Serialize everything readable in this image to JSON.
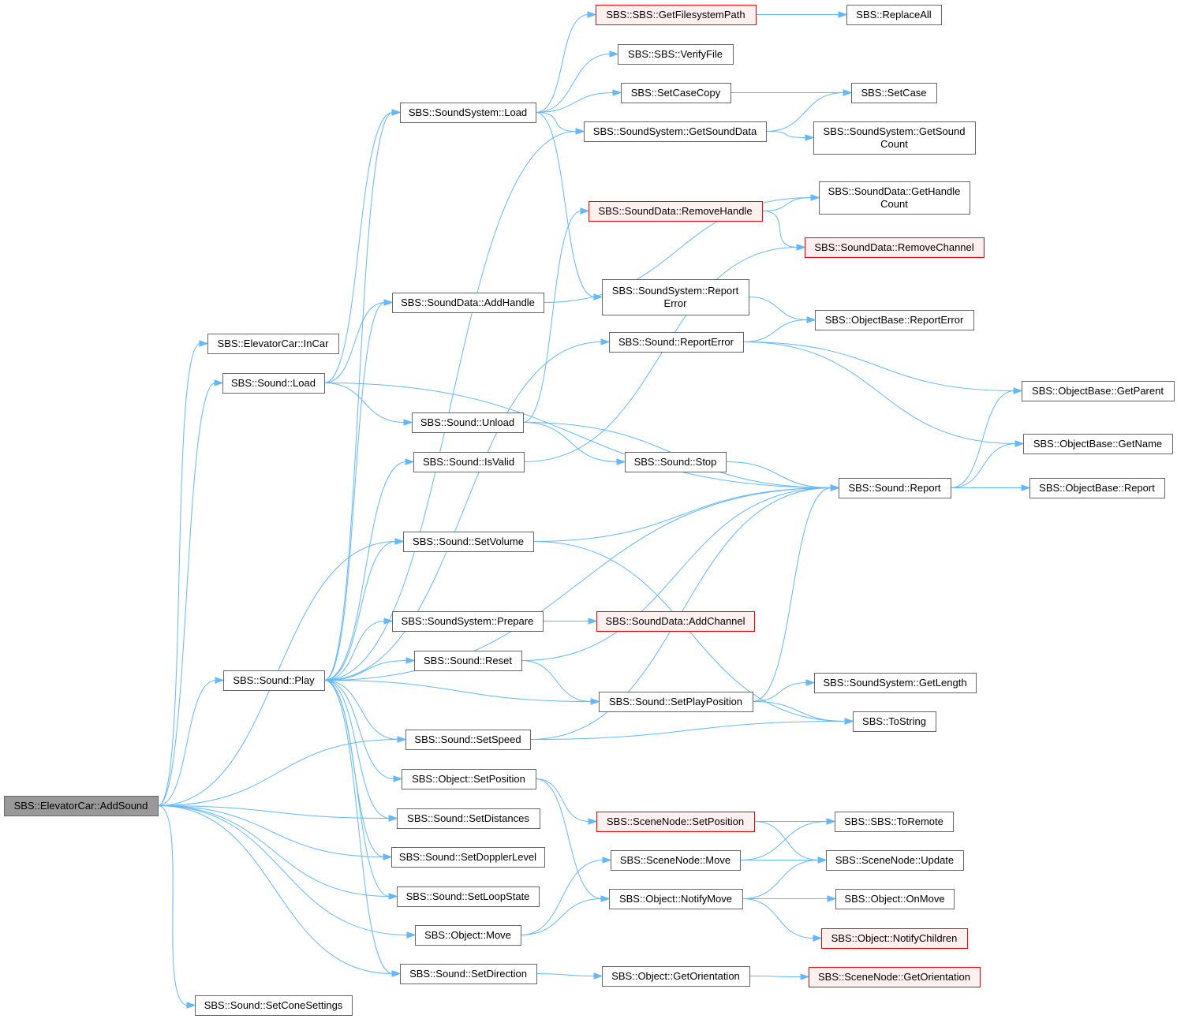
{
  "colors": {
    "edge": "#63b8ff",
    "node_border": "#666666",
    "node_border_highlight": "#ff0000",
    "root_fill": "#999999"
  },
  "nodes": [
    {
      "id": "root",
      "label": [
        "SBS::ElevatorCar::AddSound"
      ],
      "style": "root"
    },
    {
      "id": "incar",
      "label": [
        "SBS::ElevatorCar::InCar"
      ]
    },
    {
      "id": "sload",
      "label": [
        "SBS::Sound::Load"
      ]
    },
    {
      "id": "splay",
      "label": [
        "SBS::Sound::Play"
      ]
    },
    {
      "id": "scone",
      "label": [
        "SBS::Sound::SetConeSettings"
      ]
    },
    {
      "id": "sysload",
      "label": [
        "SBS::SoundSystem::Load"
      ]
    },
    {
      "id": "addhandle",
      "label": [
        "SBS::SoundData::AddHandle"
      ]
    },
    {
      "id": "unload",
      "label": [
        "SBS::Sound::Unload"
      ]
    },
    {
      "id": "isvalid",
      "label": [
        "SBS::Sound::IsValid"
      ]
    },
    {
      "id": "setvol",
      "label": [
        "SBS::Sound::SetVolume"
      ]
    },
    {
      "id": "prepare",
      "label": [
        "SBS::SoundSystem::Prepare"
      ]
    },
    {
      "id": "reset",
      "label": [
        "SBS::Sound::Reset"
      ]
    },
    {
      "id": "setspeed",
      "label": [
        "SBS::Sound::SetSpeed"
      ]
    },
    {
      "id": "objsetpos",
      "label": [
        "SBS::Object::SetPosition"
      ]
    },
    {
      "id": "setdist",
      "label": [
        "SBS::Sound::SetDistances"
      ]
    },
    {
      "id": "setdoppler",
      "label": [
        "SBS::Sound::SetDopplerLevel"
      ]
    },
    {
      "id": "setloop",
      "label": [
        "SBS::Sound::SetLoopState"
      ]
    },
    {
      "id": "objmove",
      "label": [
        "SBS::Object::Move"
      ]
    },
    {
      "id": "setdir",
      "label": [
        "SBS::Sound::SetDirection"
      ]
    },
    {
      "id": "getfspath",
      "label": [
        "SBS::SBS::GetFilesystemPath"
      ],
      "style": "red"
    },
    {
      "id": "verifyfile",
      "label": [
        "SBS::SBS::VerifyFile"
      ]
    },
    {
      "id": "setcasecopy",
      "label": [
        "SBS::SetCaseCopy"
      ]
    },
    {
      "id": "getsounddata",
      "label": [
        "SBS::SoundSystem::GetSoundData"
      ]
    },
    {
      "id": "removehandle",
      "label": [
        "SBS::SoundData::RemoveHandle"
      ],
      "style": "red"
    },
    {
      "id": "sysreporterr",
      "label": [
        "SBS::SoundSystem::Report",
        "Error"
      ]
    },
    {
      "id": "sreporterr",
      "label": [
        "SBS::Sound::ReportError"
      ]
    },
    {
      "id": "sstop",
      "label": [
        "SBS::Sound::Stop"
      ]
    },
    {
      "id": "addchannel",
      "label": [
        "SBS::SoundData::AddChannel"
      ],
      "style": "red"
    },
    {
      "id": "setplaypos",
      "label": [
        "SBS::Sound::SetPlayPosition"
      ]
    },
    {
      "id": "scenesetpos",
      "label": [
        "SBS::SceneNode::SetPosition"
      ],
      "style": "red"
    },
    {
      "id": "scenemove",
      "label": [
        "SBS::SceneNode::Move"
      ]
    },
    {
      "id": "notifymove",
      "label": [
        "SBS::Object::NotifyMove"
      ]
    },
    {
      "id": "getorient",
      "label": [
        "SBS::Object::GetOrientation"
      ]
    },
    {
      "id": "replaceall",
      "label": [
        "SBS::ReplaceAll"
      ]
    },
    {
      "id": "setcase",
      "label": [
        "SBS::SetCase"
      ]
    },
    {
      "id": "getsoundcount",
      "label": [
        "SBS::SoundSystem::GetSound",
        "Count"
      ]
    },
    {
      "id": "gethandlecount",
      "label": [
        "SBS::SoundData::GetHandle",
        "Count"
      ]
    },
    {
      "id": "removechannel",
      "label": [
        "SBS::SoundData::RemoveChannel"
      ],
      "style": "red"
    },
    {
      "id": "obreporterr",
      "label": [
        "SBS::ObjectBase::ReportError"
      ]
    },
    {
      "id": "getparent",
      "label": [
        "SBS::ObjectBase::GetParent"
      ]
    },
    {
      "id": "getname",
      "label": [
        "SBS::ObjectBase::GetName"
      ]
    },
    {
      "id": "sreport",
      "label": [
        "SBS::Sound::Report"
      ]
    },
    {
      "id": "obreport",
      "label": [
        "SBS::ObjectBase::Report"
      ]
    },
    {
      "id": "getlength",
      "label": [
        "SBS::SoundSystem::GetLength"
      ]
    },
    {
      "id": "tostring",
      "label": [
        "SBS::ToString"
      ]
    },
    {
      "id": "toremote",
      "label": [
        "SBS::SBS::ToRemote"
      ]
    },
    {
      "id": "sceneupdate",
      "label": [
        "SBS::SceneNode::Update"
      ]
    },
    {
      "id": "onmove",
      "label": [
        "SBS::Object::OnMove"
      ]
    },
    {
      "id": "notifychildren",
      "label": [
        "SBS::Object::NotifyChildren"
      ],
      "style": "red"
    },
    {
      "id": "scenegetorient",
      "label": [
        "SBS::SceneNode::GetOrientation"
      ],
      "style": "red"
    }
  ],
  "edges": [
    [
      "root",
      "incar"
    ],
    [
      "root",
      "sload"
    ],
    [
      "root",
      "splay"
    ],
    [
      "root",
      "scone"
    ],
    [
      "root",
      "setvol"
    ],
    [
      "root",
      "setspeed"
    ],
    [
      "root",
      "setdist"
    ],
    [
      "root",
      "setdoppler"
    ],
    [
      "root",
      "setloop"
    ],
    [
      "root",
      "objmove"
    ],
    [
      "root",
      "setdir"
    ],
    [
      "sload",
      "sysload"
    ],
    [
      "sload",
      "addhandle"
    ],
    [
      "sload",
      "unload"
    ],
    [
      "sload",
      "sreport"
    ],
    [
      "splay",
      "sysload"
    ],
    [
      "splay",
      "addhandle"
    ],
    [
      "splay",
      "isvalid"
    ],
    [
      "splay",
      "setvol"
    ],
    [
      "splay",
      "prepare"
    ],
    [
      "splay",
      "reset"
    ],
    [
      "splay",
      "setplaypos"
    ],
    [
      "splay",
      "setspeed"
    ],
    [
      "splay",
      "objsetpos"
    ],
    [
      "splay",
      "setdist"
    ],
    [
      "splay",
      "setdoppler"
    ],
    [
      "splay",
      "setloop"
    ],
    [
      "splay",
      "setdir"
    ],
    [
      "splay",
      "getsounddata"
    ],
    [
      "splay",
      "sreporterr"
    ],
    [
      "splay",
      "sreport"
    ],
    [
      "sysload",
      "getfspath"
    ],
    [
      "sysload",
      "verifyfile"
    ],
    [
      "sysload",
      "setcasecopy"
    ],
    [
      "sysload",
      "getsounddata"
    ],
    [
      "sysload",
      "sysreporterr"
    ],
    [
      "getfspath",
      "replaceall"
    ],
    [
      "setcasecopy",
      "setcase"
    ],
    [
      "getsounddata",
      "setcase"
    ],
    [
      "getsounddata",
      "getsoundcount"
    ],
    [
      "addhandle",
      "gethandlecount"
    ],
    [
      "unload",
      "removehandle"
    ],
    [
      "unload",
      "sstop"
    ],
    [
      "unload",
      "sreport"
    ],
    [
      "isvalid",
      "removechannel"
    ],
    [
      "removehandle",
      "gethandlecount"
    ],
    [
      "removehandle",
      "removechannel"
    ],
    [
      "sysreporterr",
      "obreporterr"
    ],
    [
      "sreporterr",
      "obreporterr"
    ],
    [
      "sreporterr",
      "getparent"
    ],
    [
      "sreporterr",
      "getname"
    ],
    [
      "sstop",
      "sreport"
    ],
    [
      "sreport",
      "getparent"
    ],
    [
      "sreport",
      "getname"
    ],
    [
      "sreport",
      "obreport"
    ],
    [
      "setvol",
      "sreport"
    ],
    [
      "setvol",
      "tostring"
    ],
    [
      "prepare",
      "addchannel"
    ],
    [
      "reset",
      "sreport"
    ],
    [
      "reset",
      "setplaypos"
    ],
    [
      "setplaypos",
      "getlength"
    ],
    [
      "setplaypos",
      "tostring"
    ],
    [
      "setplaypos",
      "sreport"
    ],
    [
      "setspeed",
      "sreport"
    ],
    [
      "setspeed",
      "tostring"
    ],
    [
      "objsetpos",
      "scenesetpos"
    ],
    [
      "objsetpos",
      "notifymove"
    ],
    [
      "scenesetpos",
      "toremote"
    ],
    [
      "scenesetpos",
      "sceneupdate"
    ],
    [
      "scenemove",
      "toremote"
    ],
    [
      "scenemove",
      "sceneupdate"
    ],
    [
      "notifymove",
      "sceneupdate"
    ],
    [
      "notifymove",
      "onmove"
    ],
    [
      "notifymove",
      "notifychildren"
    ],
    [
      "objmove",
      "scenemove"
    ],
    [
      "objmove",
      "notifymove"
    ],
    [
      "setdir",
      "getorient"
    ],
    [
      "getorient",
      "scenegetorient"
    ]
  ]
}
